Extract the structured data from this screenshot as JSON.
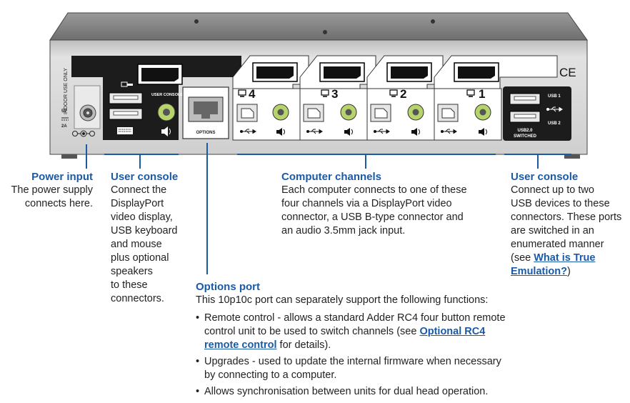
{
  "panel": {
    "indoor_label": "INDOOR USE ONLY",
    "volt_label": "5V",
    "amp_label": "2A",
    "user_console_label": "USER CONSOLE",
    "options_label": "OPTIONS",
    "ch4": "4",
    "ch3": "3",
    "ch2": "2",
    "ch1": "1",
    "usb1_label": "USB 1",
    "usb2_label": "USB 2",
    "usb20_label": "USB2.0",
    "switched_label": "SWITCHED",
    "ce_mark": "CE"
  },
  "power": {
    "title": "Power input",
    "line1": "The power supply",
    "line2": "connects here."
  },
  "console_left": {
    "title": "User console",
    "lines": [
      "Connect the",
      "DisplayPort",
      "video display,",
      "USB keyboard",
      "and mouse",
      "plus optional",
      "speakers",
      "to these",
      "connectors."
    ]
  },
  "computer": {
    "title": "Computer channels",
    "lines": [
      "Each computer connects to one of these",
      "four channels via a DisplayPort video",
      "connector, a USB B-type connector and",
      "an audio 3.5mm jack input."
    ]
  },
  "console_right": {
    "title": "User console",
    "lines": [
      "Connect up to two",
      "USB devices to these",
      "connectors. These ports",
      "are switched in an",
      "enumerated manner"
    ],
    "see_open": "(see ",
    "link1": "What is True",
    "link2": "Emulation?",
    "close": ")"
  },
  "options": {
    "title": "Options port",
    "intro": "This 10p10c port can separately support the following functions:",
    "b1_text_a": "Remote control - allows a standard Adder RC4 four button remote",
    "b1_text_b": "control unit to be used to switch channels (see ",
    "b1_link_a": "Optional RC4",
    "b1_link_b": "remote control",
    "b1_text_c": " for details).",
    "b2_a": "Upgrades - used to update the internal firmware when necessary",
    "b2_b": "by connecting to a computer.",
    "b3": "Allows synchronisation between units for dual head operation."
  },
  "colors": {
    "accent": "#1a5aa6",
    "chassis": "#d6d6d6",
    "dark_panel": "#1c1c1c",
    "jack_green": "#b7d36b"
  }
}
